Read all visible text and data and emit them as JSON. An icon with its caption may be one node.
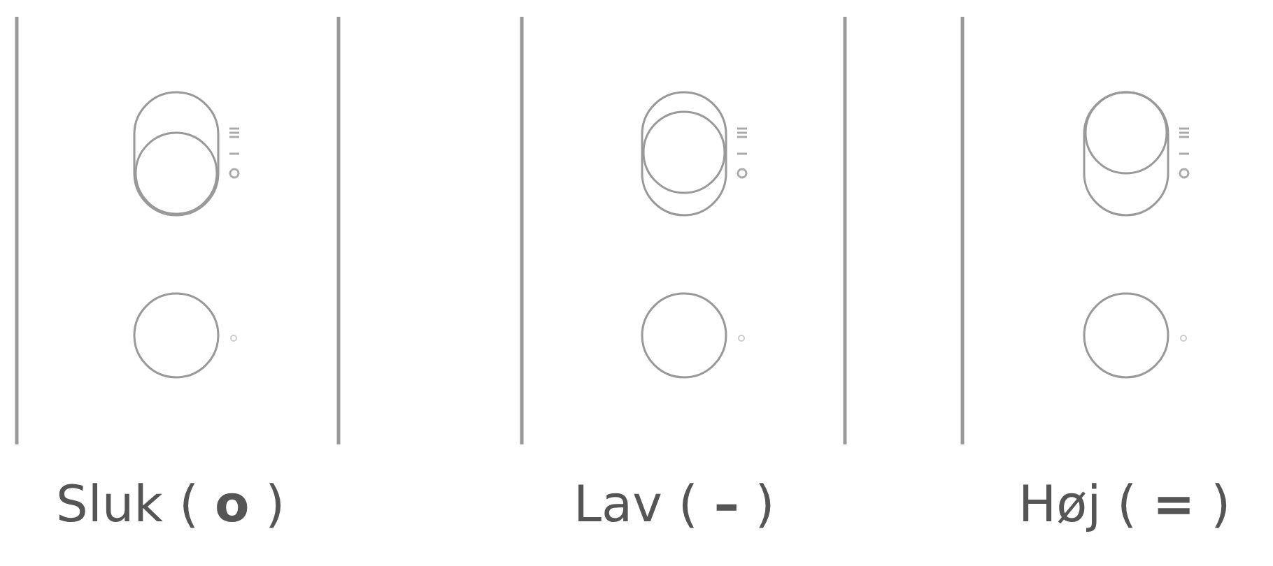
{
  "diagram": {
    "labels": [
      "Sluk ( **o** )",
      "Lav ( **–** )",
      "Høj ( **=** )"
    ]
  }
}
